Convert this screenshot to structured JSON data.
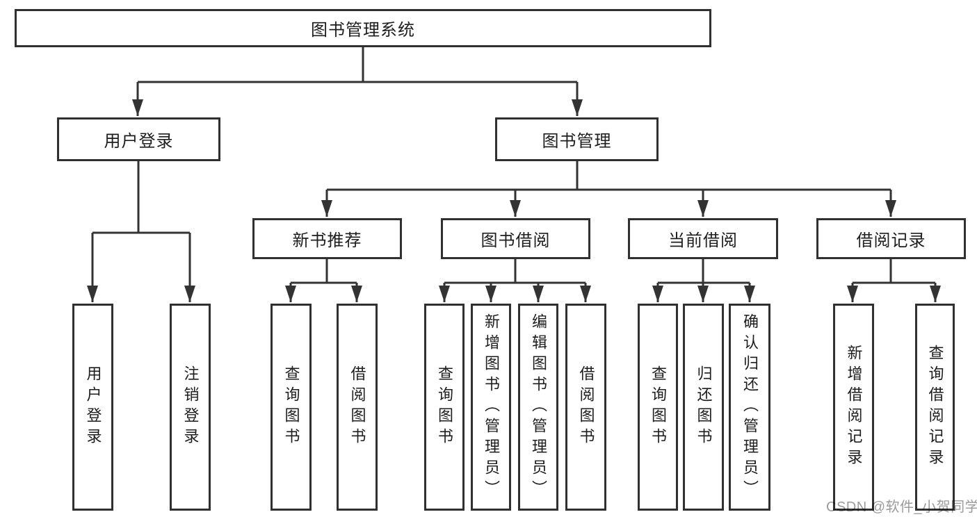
{
  "tree": {
    "root": "图书管理系统",
    "branches": [
      {
        "label": "用户登录",
        "children": [
          "用户登录",
          "注销登录"
        ]
      },
      {
        "label": "图书管理",
        "sections": [
          {
            "label": "新书推荐",
            "children": [
              "查询图书",
              "借阅图书"
            ]
          },
          {
            "label": "图书借阅",
            "children": [
              "查询图书",
              "新增图书（管理员）",
              "编辑图书（管理员）",
              "借阅图书"
            ]
          },
          {
            "label": "当前借阅",
            "children": [
              "查询图书",
              "归还图书",
              "确认归还（管理员）"
            ]
          },
          {
            "label": "借阅记录",
            "children": [
              "新增借阅记录",
              "查询借阅记录"
            ]
          }
        ]
      }
    ]
  },
  "watermark": "CSDN @软件_小贺同学",
  "colors": {
    "line": "#333333",
    "box_border": "#303030",
    "text": "#1d1d1d",
    "watermark": "#9b9b9b",
    "background": "#ffffff"
  }
}
